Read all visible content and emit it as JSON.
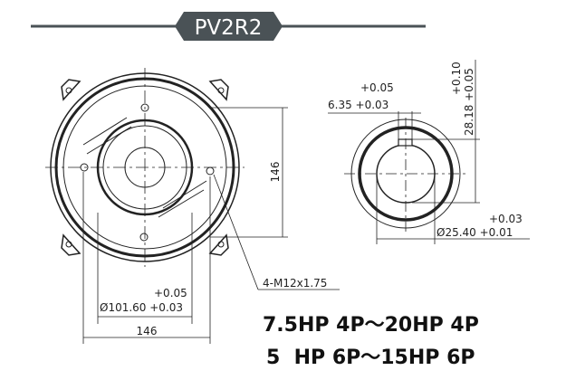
{
  "title": "PV2R2",
  "colors": {
    "banner": "#4a5256",
    "line": "#222222"
  },
  "flange": {
    "dim_vertical": "146",
    "dim_horizontal": "146",
    "pilot_tol_upper": "+0.05",
    "pilot_dia": "Ø101.60 +0.03",
    "bolt_callout": "4-M12x1.75"
  },
  "shaft": {
    "key_tol_upper": "+0.05",
    "key_width": "6.35 +0.03",
    "height_tol_upper": "+0.10",
    "height": "28.18 +0.05",
    "dia_tol_upper": "+0.03",
    "dia": "Ø25.40 +0.01"
  },
  "specs": [
    "7.5HP 4P～20HP 4P",
    "5  HP 6P～15HP 6P"
  ]
}
